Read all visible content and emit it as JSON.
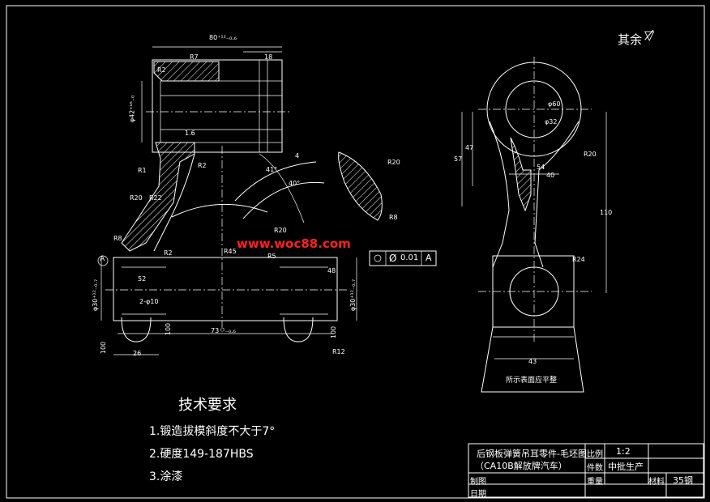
{
  "surface_note": "其余",
  "watermark": "www.woc88.com",
  "datum_letter": "A",
  "gdt": {
    "symbol": "Ø",
    "tolerance": "0.01",
    "datum": "A"
  },
  "section_note": "所示表面应平整",
  "left_view": {
    "dims": {
      "d_80": "80⁺¹²₋₀.₆",
      "d_18": "18",
      "d_r7": "R7",
      "d_r2a": "R2",
      "d_phi": "φ42⁺¹⁵₋₀",
      "d_16": "1.6",
      "d_r1": "R1",
      "d_r2b": "R2",
      "d_r20": "R20",
      "d_r22": "R22",
      "d_r8": "R8",
      "d_r2c": "R2",
      "d_r45": "R45",
      "d_4": "4",
      "d_41": "41°",
      "d_40deg": "40°",
      "d_r20b": "R20",
      "d_r8b": "R8",
      "d_48": "48",
      "d_52": "52",
      "d_phi30": "φ30⁺¹²₋₀.₇",
      "d_2phi": "2-φ10",
      "d_phi30b": "φ30⁺¹²₋₀.₇",
      "d_73": "73⁺¹₋₀.₆",
      "d_26": "26",
      "d_r12": "R12",
      "d_100a": "100",
      "d_100b": "100",
      "d_100c": "100",
      "d_r20c": "R20",
      "d_r5": "R5"
    }
  },
  "right_view": {
    "dims": {
      "d_phi60": "φ60",
      "d_phi32": "φ32",
      "d_57": "57",
      "d_47": "47",
      "d_54": "54",
      "d_40": "40",
      "d_r20": "R20",
      "d_110": "110",
      "d_r24": "R24",
      "d_43": "43"
    }
  },
  "tech_requirements": {
    "title": "技术要求",
    "items": [
      "1.锻造拔模斜度不大于7°",
      "2.硬度149-187HBS",
      "3.涂漆"
    ]
  },
  "title_block": {
    "part_name_line1": "后钢板弹簧吊耳零件-毛坯图",
    "part_name_line2": "（CA10B解放牌汽车）",
    "scale_label": "比例",
    "scale_value": "1:2",
    "qty_label": "件数",
    "qty_value": "中批生产",
    "drawn_label": "制图",
    "checked_label": "日期",
    "weight_label": "重量",
    "material_label": "材料",
    "material_value": "35钢"
  }
}
